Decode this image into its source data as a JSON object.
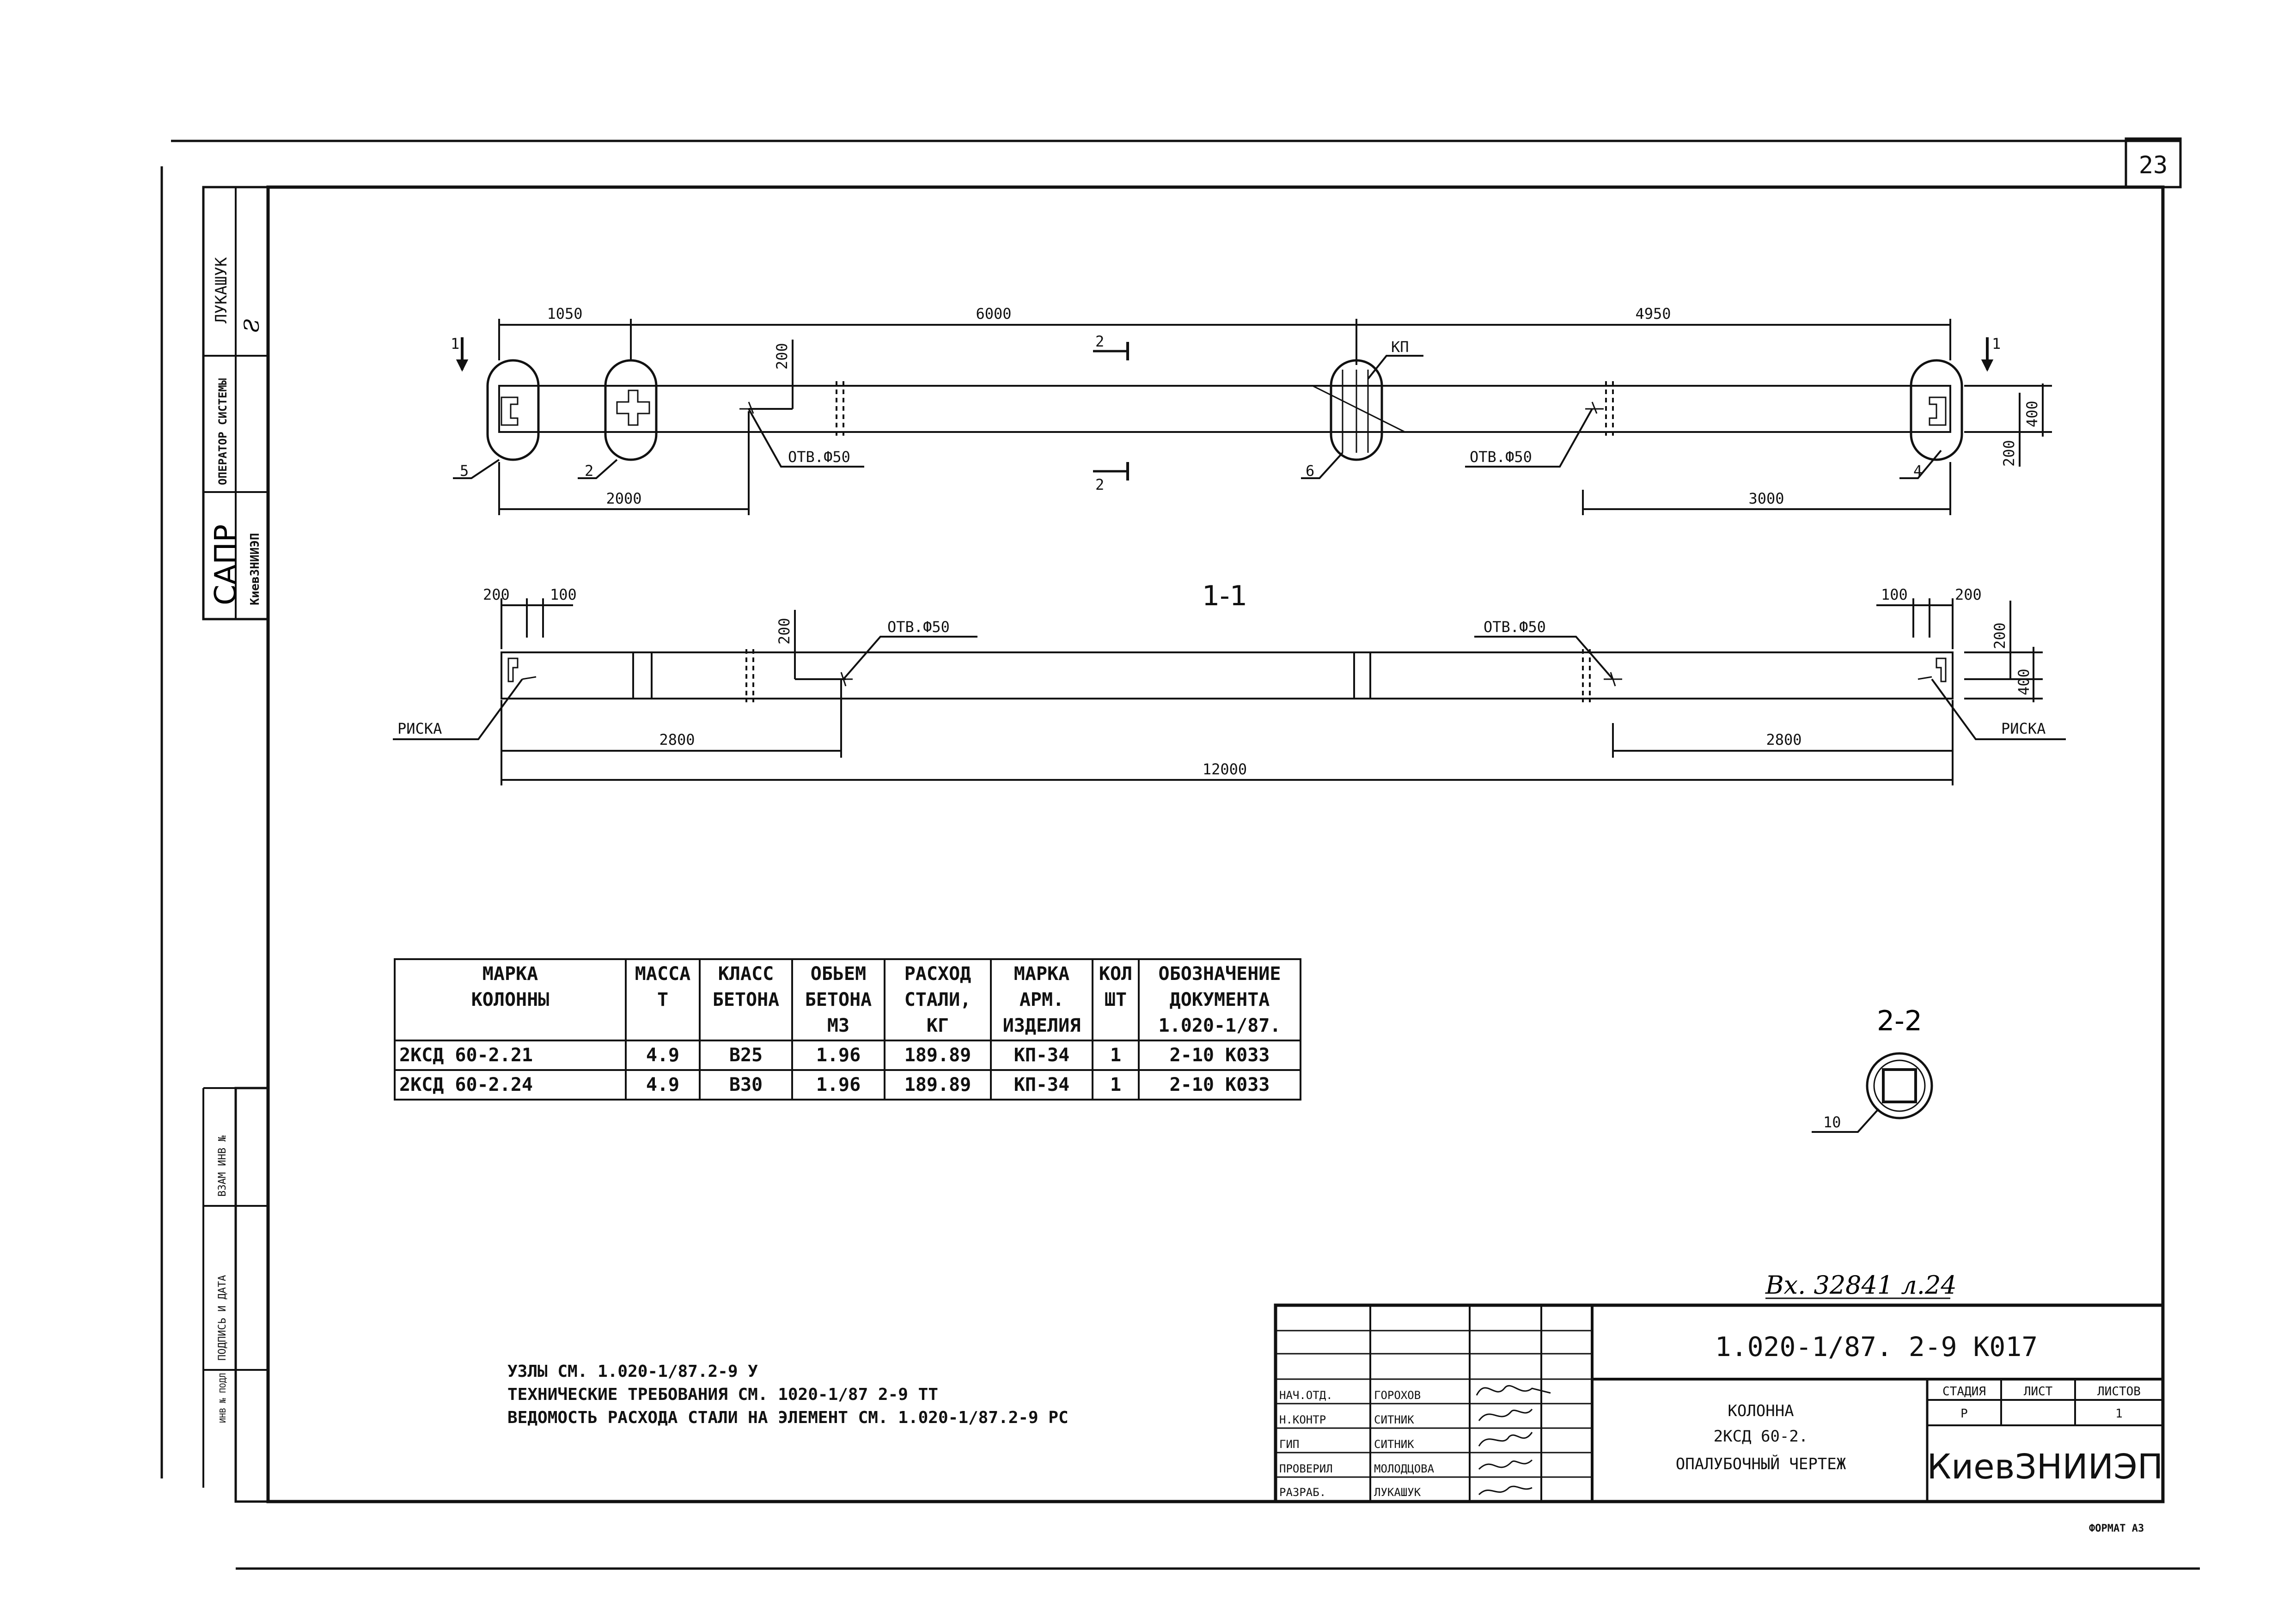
{
  "sheet": {
    "number": "23",
    "format": "ФОРМАТ А3",
    "inventory_note": "Вх. 32841 л.24"
  },
  "left_strip": {
    "operator_name": "ЛУКАШУК",
    "operator_role": "ОПЕРАТОР СИСТЕМЫ",
    "system": "САПР",
    "system_org": "КиевЗНИИЭП",
    "field_exchange": "ВЗАМ ИНВ №",
    "field_signature": "ПОДПИСЬ И ДАТА",
    "field_original": "ИНВ № ПОДЛ"
  },
  "plan_view": {
    "dims_top": [
      "1050",
      "6000",
      "4950"
    ],
    "dims_bottom": [
      "2000",
      "3000"
    ],
    "dims_right": [
      "400",
      "200"
    ],
    "dim_left_vertical": "200",
    "section_1": "1",
    "section_2": "2",
    "kp_label": "КП",
    "hole_label": "ОТВ.Ф50",
    "callouts": [
      "5",
      "2",
      "6",
      "4"
    ]
  },
  "section_1_1": {
    "title": "1-1",
    "dims_top_left": [
      "200",
      "100"
    ],
    "dims_top_right": [
      "100",
      "200"
    ],
    "dim_left_vertical": "200",
    "dims_right": [
      "200",
      "400"
    ],
    "hole_label": "ОТВ.Ф50",
    "mark_label": "РИСКА",
    "dims_bottom": [
      "2800",
      "2800"
    ],
    "total_length": "12000"
  },
  "section_2_2": {
    "title": "2-2",
    "callout": "10"
  },
  "spec_table": {
    "headers": [
      [
        "МАРКА",
        "КОЛОННЫ"
      ],
      [
        "МАССА",
        "Т"
      ],
      [
        "КЛАСС",
        "БЕТОНА"
      ],
      [
        "ОБЬЕМ",
        "БЕТОНА",
        "М3"
      ],
      [
        "РАСХОД",
        "СТАЛИ,",
        "КГ"
      ],
      [
        "МАРКА",
        "АРМ.",
        "ИЗДЕЛИЯ"
      ],
      [
        "КОЛ",
        "ШТ"
      ],
      [
        "ОБОЗНАЧЕНИЕ",
        "ДОКУМЕНТА",
        "1.020-1/87."
      ]
    ],
    "rows": [
      [
        "2КСД 60-2.21",
        "4.9",
        "В25",
        "1.96",
        "189.89",
        "КП-34",
        "1",
        "2-10 К033"
      ],
      [
        "2КСД 60-2.24",
        "4.9",
        "В30",
        "1.96",
        "189.89",
        "КП-34",
        "1",
        "2-10 К033"
      ]
    ]
  },
  "notes": [
    "УЗЛЫ СМ. 1.020-1/87.2-9 У",
    "ТЕХНИЧЕСКИЕ ТРЕБОВАНИЯ СМ. 1020-1/87 2-9 ТТ",
    "ВЕДОМОСТЬ РАСХОДА СТАЛИ НА ЭЛЕМЕНТ СМ. 1.020-1/87.2-9 РС"
  ],
  "title_block": {
    "document_code": "1.020-1/87. 2-9 К017",
    "title_lines": [
      "КОЛОННА",
      "2КСД 60-2.",
      "ОПАЛУБОЧНЫЙ ЧЕРТЕЖ"
    ],
    "stage_header": "СТАДИЯ",
    "sheet_header": "ЛИСТ",
    "sheets_header": "ЛИСТОВ",
    "stage_value": "Р",
    "sheets_value": "1",
    "organization": "КиевЗНИИЭП",
    "staff": [
      {
        "role": "НАЧ.ОТД.",
        "name": "ГОРОХОВ"
      },
      {
        "role": "Н.КОНТР",
        "name": "СИТНИК"
      },
      {
        "role": "ГИП",
        "name": "СИТНИК"
      },
      {
        "role": "ПРОВЕРИЛ",
        "name": "МОЛОДЦОВА"
      },
      {
        "role": "РАЗРАБ.",
        "name": "ЛУКАШУК"
      }
    ]
  }
}
